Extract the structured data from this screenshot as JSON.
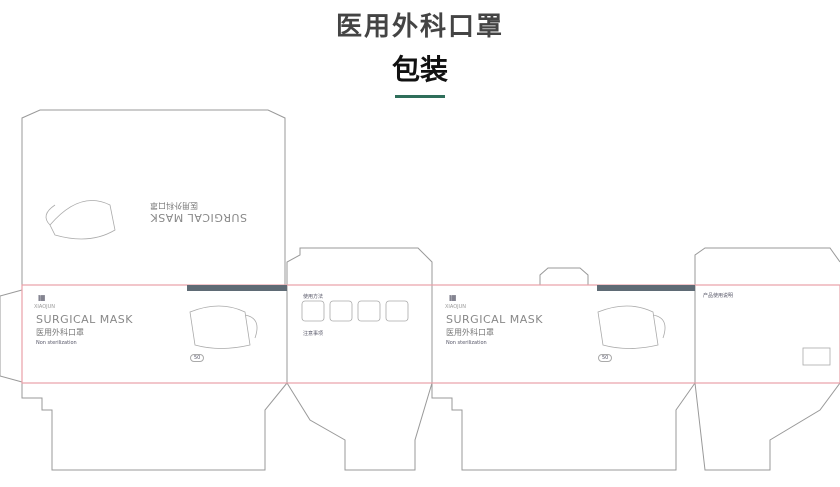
{
  "header": {
    "title": "医用外科口罩",
    "subtitle": "包装",
    "accent": "#2f6e5a"
  },
  "front": {
    "brand": "XIAOJUN",
    "product_en": "SURGICAL MASK",
    "product_cn": "医用外科口罩",
    "sterile_label": "Non sterilization",
    "count": "50"
  },
  "side": {
    "usage_title": "使用方法",
    "notes_title": "注意事项"
  },
  "back": {
    "info_title": "产品使用说明"
  },
  "colors": {
    "dieline": "#999999",
    "bleed": "#e8a0a8",
    "band": "#5f6b75"
  }
}
